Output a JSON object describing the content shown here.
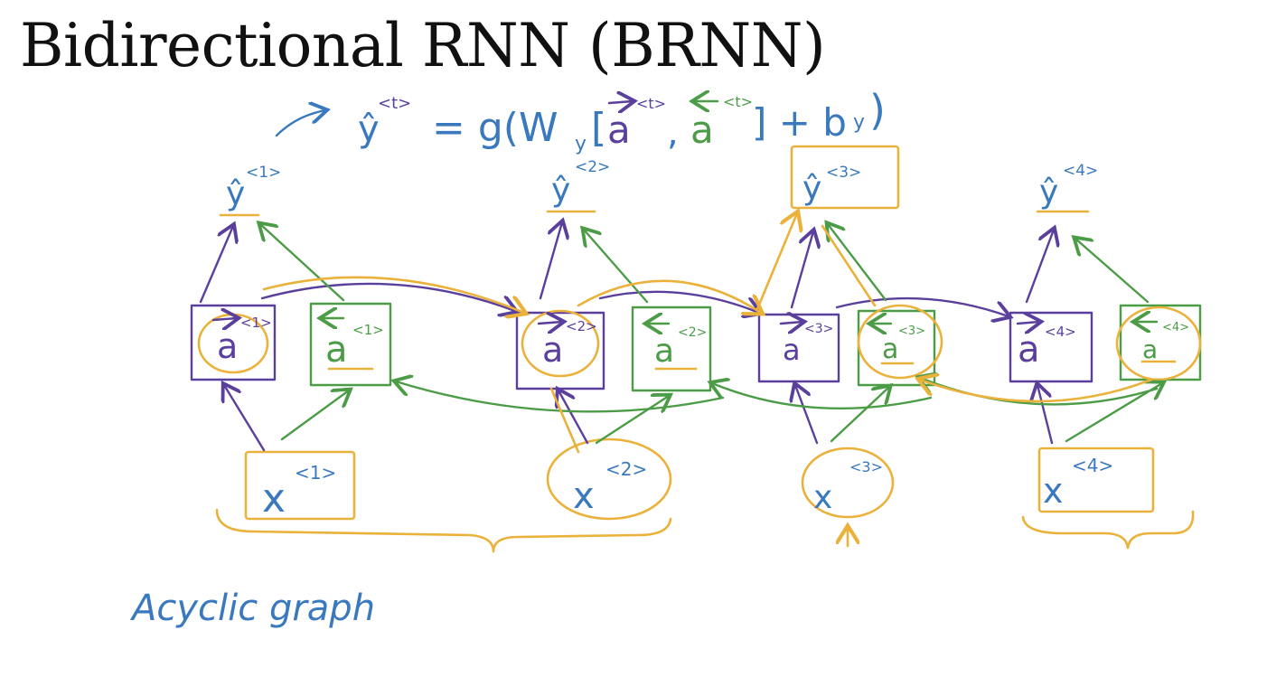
{
  "title": "Bidirectional RNN (BRNN)",
  "formula": {
    "lhs": "ŷ",
    "lhs_sup": "<t>",
    "equals_g": "= g(W",
    "wy_sub": "y",
    "bracket_open": "[",
    "a_fwd": "a",
    "a_fwd_sup": "<t>",
    "comma": ",",
    "a_bwd": "a",
    "a_bwd_sup": "<t>",
    "bracket_close": "] + b",
    "by_sub": "y",
    "close_paren": ")"
  },
  "steps": [
    {
      "y": "ŷ",
      "y_sup": "<1>",
      "a_fwd": "a",
      "a_fwd_sup": "<1>",
      "a_bwd": "a",
      "a_bwd_sup": "<1>",
      "x": "x",
      "x_sup": "<1>"
    },
    {
      "y": "ŷ",
      "y_sup": "<2>",
      "a_fwd": "a",
      "a_fwd_sup": "<2>",
      "a_bwd": "a",
      "a_bwd_sup": "<2>",
      "x": "x",
      "x_sup": "<2>"
    },
    {
      "y": "ŷ",
      "y_sup": "<3>",
      "a_fwd": "a",
      "a_fwd_sup": "<3>",
      "a_bwd": "a",
      "a_bwd_sup": "<3>",
      "x": "x",
      "x_sup": "<3>"
    },
    {
      "y": "ŷ",
      "y_sup": "<4>",
      "a_fwd": "a",
      "a_fwd_sup": "<4>",
      "a_bwd": "a",
      "a_bwd_sup": "<4>",
      "x": "x",
      "x_sup": "<4>"
    }
  ],
  "note": "Acyclic graph",
  "colors": {
    "forward": "#5b3f9c",
    "backward": "#4c9c47",
    "highlight": "#eab23a",
    "annotation": "#3a79bd"
  }
}
